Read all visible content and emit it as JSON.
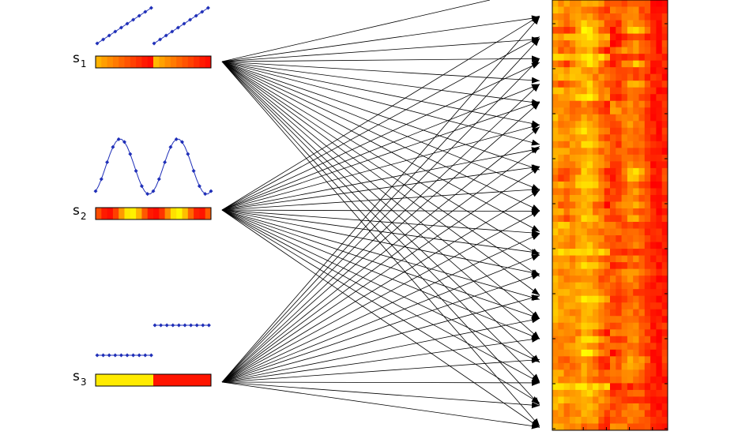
{
  "colors": {
    "signal_line": "#1f2fb8",
    "arrow": "#000000",
    "heat_low": "#f00000",
    "heat_high": "#ffff00",
    "strip_border": "#000000"
  },
  "sources": [
    {
      "letter": "s",
      "index": "1",
      "kind": "sawtooth",
      "strip": [
        0.7,
        0.62,
        0.55,
        0.48,
        0.4,
        0.33,
        0.25,
        0.18,
        0.1,
        0.05,
        0.72,
        0.63,
        0.55,
        0.48,
        0.4,
        0.33,
        0.26,
        0.18,
        0.1,
        0.05
      ]
    },
    {
      "letter": "s",
      "index": "2",
      "kind": "sine",
      "strip": [
        0.3,
        0.1,
        0.05,
        0.25,
        0.6,
        0.9,
        0.95,
        0.7,
        0.35,
        0.1,
        0.05,
        0.2,
        0.55,
        0.88,
        0.97,
        0.75,
        0.4,
        0.12,
        0.08,
        0.35
      ]
    },
    {
      "letter": "s",
      "index": "3",
      "kind": "step",
      "strip": [
        0.92,
        0.92,
        0.92,
        0.92,
        0.92,
        0.92,
        0.92,
        0.92,
        0.92,
        0.92,
        0.08,
        0.08,
        0.08,
        0.08,
        0.08,
        0.08,
        0.08,
        0.08,
        0.08,
        0.08
      ]
    }
  ],
  "mixture": {
    "rows": 64,
    "cols": 20,
    "arrow_targets": 20
  }
}
